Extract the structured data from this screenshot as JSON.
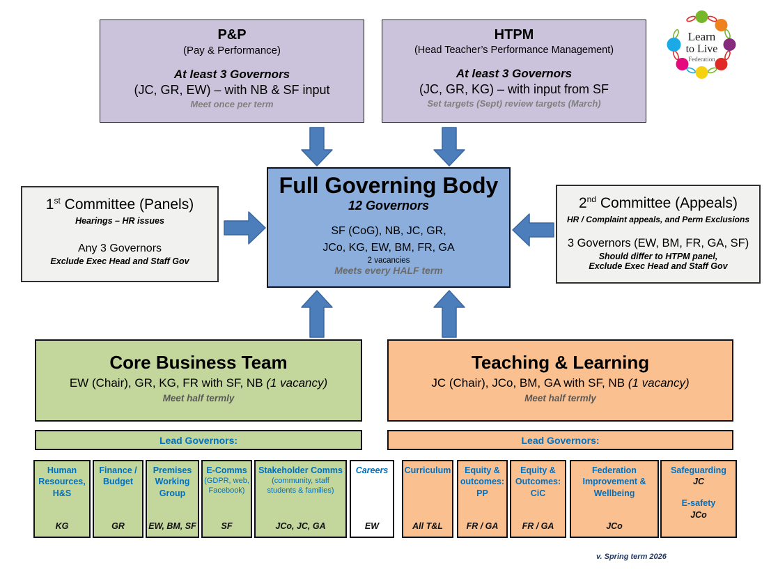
{
  "page": {
    "version_note": "v. Spring term 2026"
  },
  "colors": {
    "purple": "#CBC3DB",
    "fgb_blue": "#8BAEDD",
    "green": "#C3D69B",
    "orange": "#FAC090",
    "arrow_blue": "#4D7EBC",
    "arrow_border": "#3A679E",
    "heading_blue": "#0070C0",
    "note_gray": "#7F7F7F"
  },
  "logo": {
    "line1": "Learn",
    "line2": "to Live",
    "line3": "Federation"
  },
  "pp_box": {
    "title": "P&P",
    "subtitle": "(Pay & Performance)",
    "governors": "At least 3 Governors",
    "members": "(JC, GR, EW) – with NB & SF input",
    "note": "Meet once per term"
  },
  "htpm_box": {
    "title": "HTPM",
    "subtitle": "(Head Teacher’s Performance Management)",
    "governors": "At least 3 Governors",
    "members": "(JC, GR, KG) – with input from SF",
    "note": "Set targets (Sept) review targets (March)"
  },
  "fgb": {
    "title": "Full Governing Body",
    "subtitle": "12 Governors",
    "members_line1": "SF (CoG), NB, JC, GR,",
    "members_line2": "JCo, KG, EW, BM, FR, GA",
    "vacancies": "2 vacancies",
    "note": "Meets every HALF term"
  },
  "committee1": {
    "number": "1",
    "ordinal": "st",
    "title_rest": " Committee (Panels)",
    "subtitle": "Hearings – HR issues",
    "line1": "Any 3 Governors",
    "note": "Exclude Exec Head and Staff Gov"
  },
  "committee2": {
    "number": "2",
    "ordinal": "nd",
    "title_rest": " Committee (Appeals)",
    "subtitle": "HR / Complaint appeals, and Perm Exclusions",
    "line1": "3 Governors (EW, BM, FR, GA, SF)",
    "note1": "Should differ to HTPM panel,",
    "note2": "Exclude Exec Head and Staff Gov"
  },
  "core_business_team": {
    "title": "Core Business Team",
    "members": "EW (Chair), GR, KG, FR with SF, NB",
    "vacancy": " (1 vacancy)",
    "note": "Meet half termly",
    "lead_label": "Lead Governors:"
  },
  "teaching_learning": {
    "title": "Teaching & Learning",
    "members": "JC (Chair), JCo, BM, GA with SF, NB",
    "vacancy": " (1 vacancy)",
    "note": "Meet half termly",
    "lead_label": "Lead Governors:"
  },
  "lead_boxes": [
    {
      "heading": "Human Resources, H&S",
      "initials": "KG"
    },
    {
      "heading": "Finance / Budget",
      "initials": "GR"
    },
    {
      "heading": "Premises Working Group",
      "initials": "EW, BM, SF"
    },
    {
      "heading": "E-Comms",
      "sub": "(GDPR, web, Facebook)",
      "initials": "SF"
    },
    {
      "heading": "Stakeholder Comms",
      "sub": "(community, staff students & families)",
      "initials": "JCo, JC, GA"
    },
    {
      "heading": "Careers",
      "initials": "EW"
    },
    {
      "heading": "Curriculum",
      "initials": "All T&L"
    },
    {
      "heading": "Equity & outcomes: PP",
      "initials": "FR / GA"
    },
    {
      "heading": "Equity & Outcomes: CiC",
      "initials": "FR / GA"
    },
    {
      "heading": "Federation Improvement & Wellbeing",
      "initials": "JCo"
    },
    {
      "heading": "Safeguarding",
      "initials": "JC",
      "heading2": "E-safety",
      "initials2": "JCo"
    }
  ]
}
